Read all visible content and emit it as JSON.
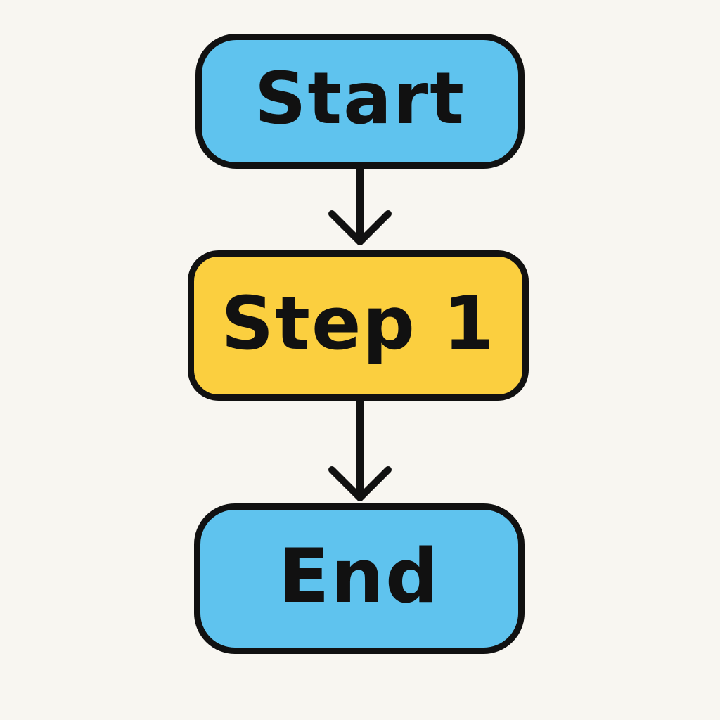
{
  "diagram": {
    "nodes": [
      {
        "id": "start",
        "label": "Start",
        "fill": "#5fc3ee"
      },
      {
        "id": "step1",
        "label": "Step 1",
        "fill": "#fbcf3f"
      },
      {
        "id": "end",
        "label": "End",
        "fill": "#5fc3ee"
      }
    ],
    "edges": [
      {
        "from": "start",
        "to": "step1"
      },
      {
        "from": "step1",
        "to": "end"
      }
    ],
    "colors": {
      "background": "#f8f6f1",
      "outline": "#111111"
    }
  }
}
